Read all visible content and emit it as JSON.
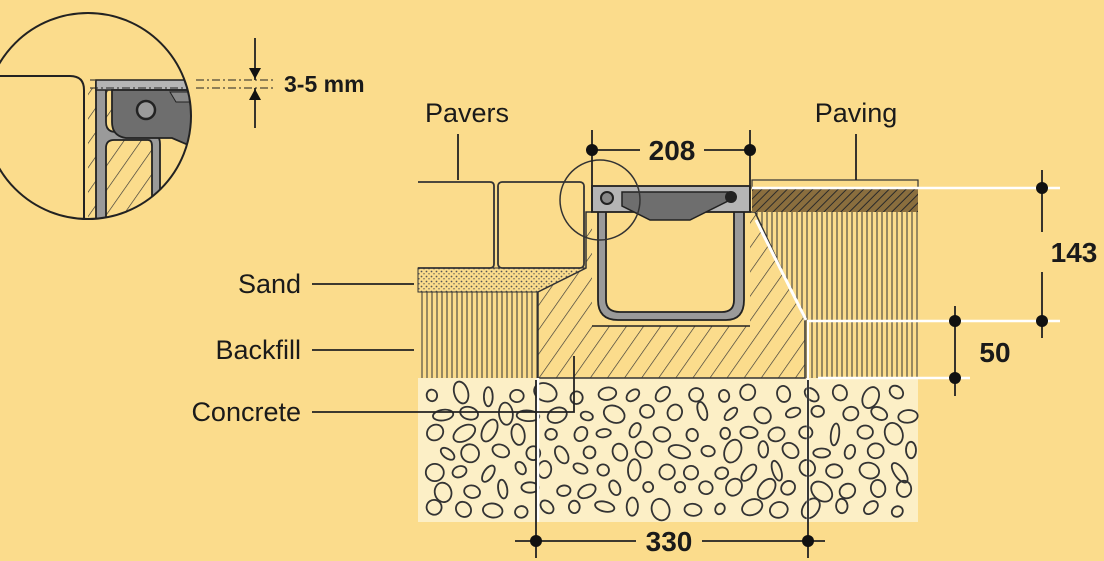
{
  "colors": {
    "background": "#fbdc8c",
    "line": "#1a1a1a",
    "channel_fill": "#9a9a9a",
    "grate_fill": "#6e6e6e",
    "gravel_fill": "#fcefc6"
  },
  "labels": {
    "pavers": "Pavers",
    "paving": "Paving",
    "sand": "Sand",
    "backfill": "Backfill",
    "concrete": "Concrete"
  },
  "dimensions": {
    "gap": "3-5 mm",
    "channel_width": "208",
    "height": "143",
    "base": "50",
    "trench_width": "330"
  }
}
